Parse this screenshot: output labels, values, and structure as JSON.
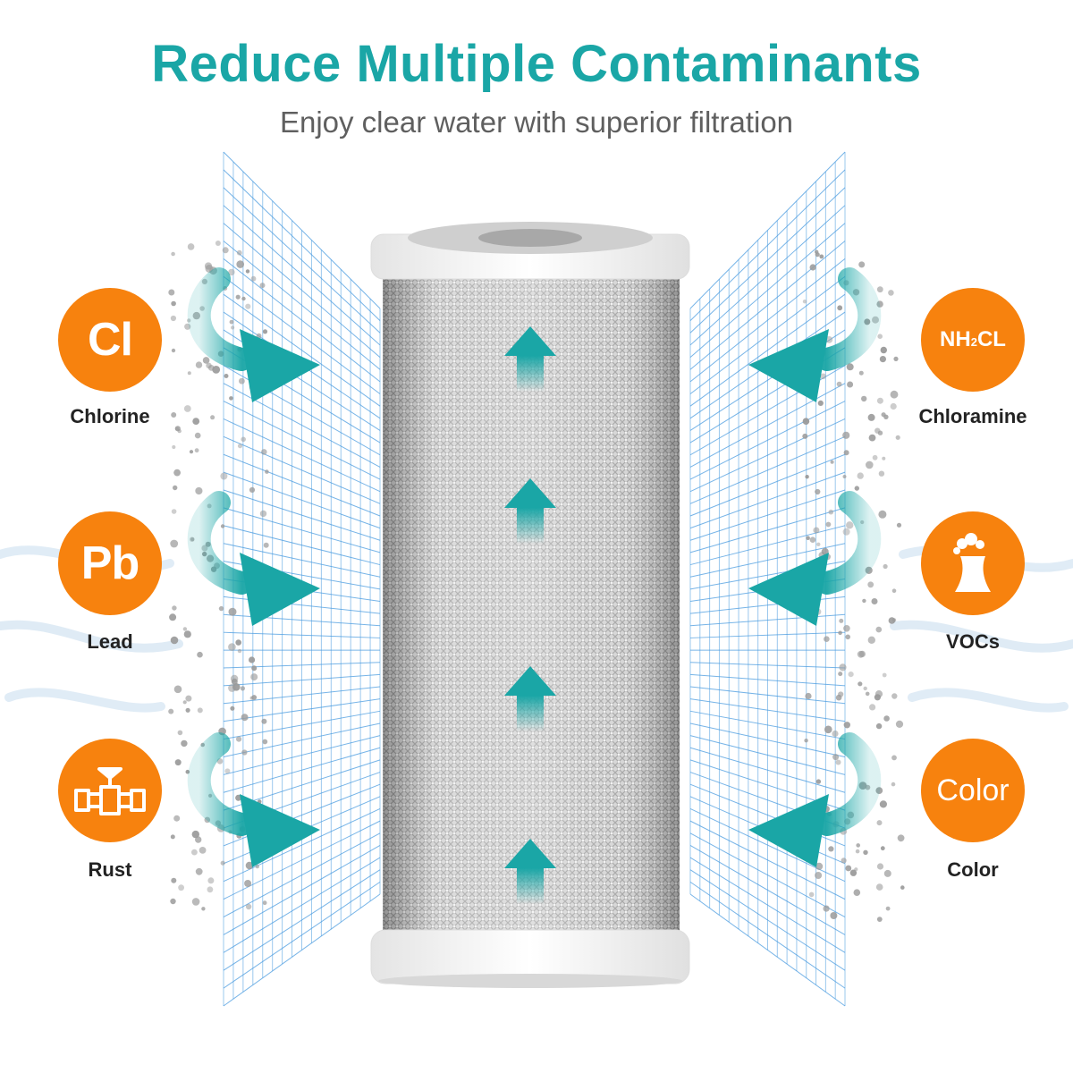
{
  "headline": "Reduce Multiple Contaminants",
  "subheadline": "Enjoy clear water with superior filtration",
  "colors": {
    "accent": "#1aa6a6",
    "badge": "#f7820e",
    "mesh": "#4a9ce0",
    "dots": "#9a9a9a",
    "subtext": "#5f5f5f"
  },
  "contaminants": {
    "chlorine": {
      "symbol": "Cl",
      "label": "Chlorine"
    },
    "lead": {
      "symbol": "Pb",
      "label": "Lead"
    },
    "rust": {
      "icon": "pipe-valve-icon",
      "label": "Rust"
    },
    "chloramine": {
      "symbol_main": "NH",
      "symbol_sub": "2",
      "symbol_tail": "CL",
      "label": "Chloramine"
    },
    "vocs": {
      "icon": "factory-smoke-icon",
      "label": "VOCs"
    },
    "color": {
      "symbol": "Color",
      "label": "Color"
    }
  }
}
